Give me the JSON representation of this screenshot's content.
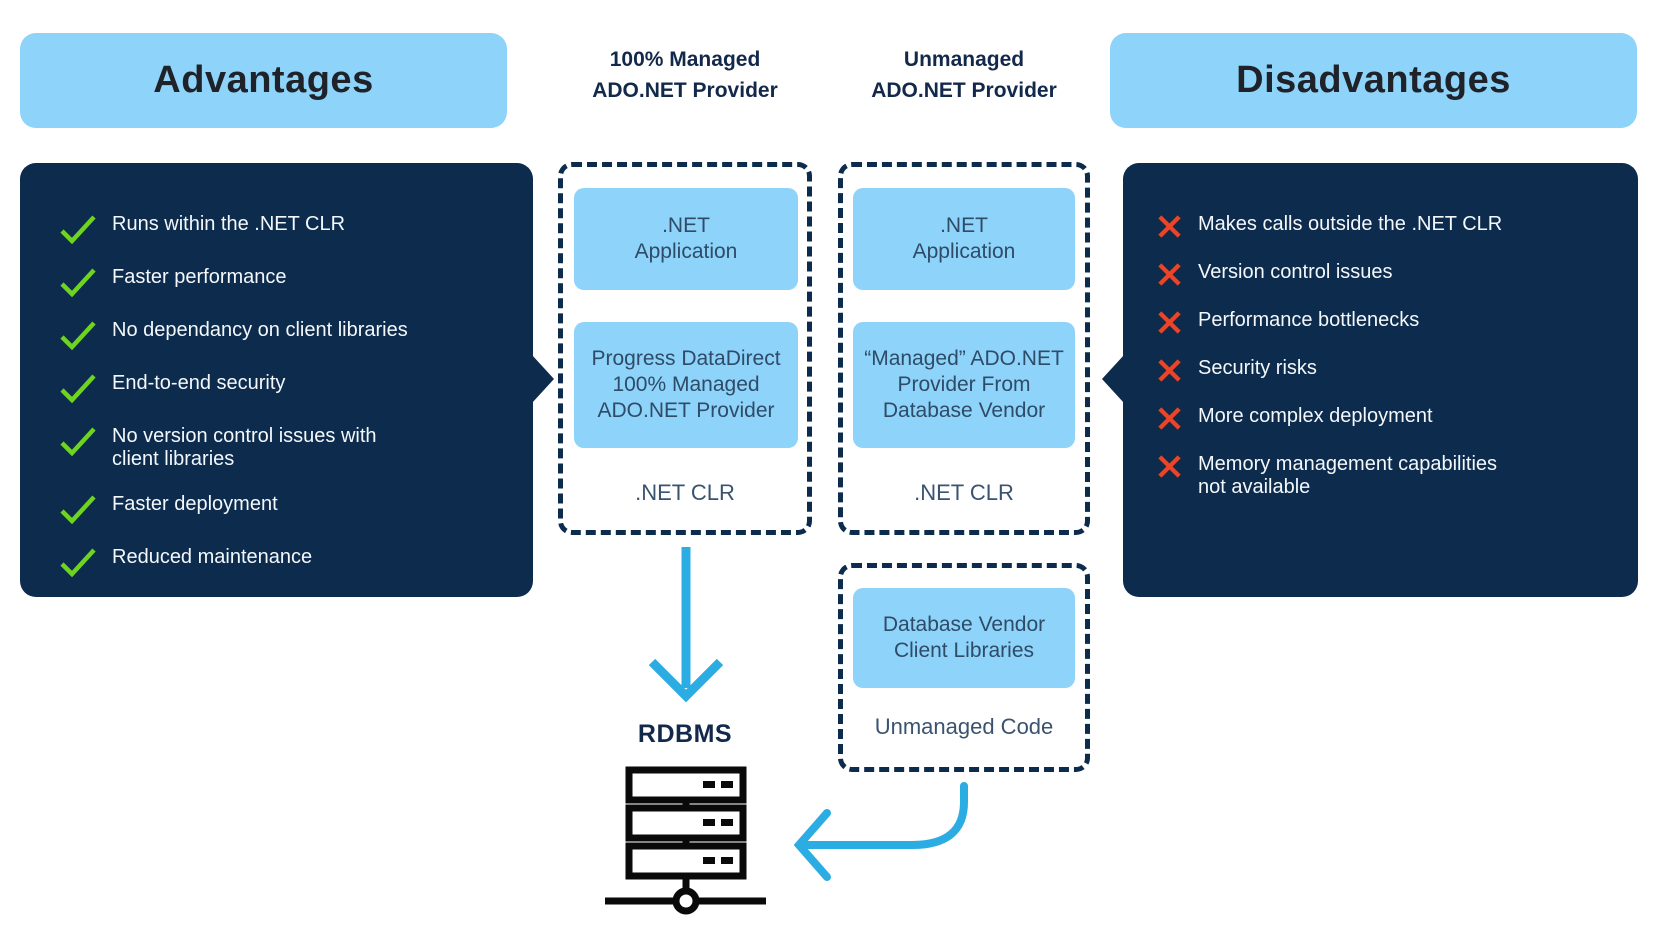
{
  "advantages": {
    "title": "Advantages",
    "items": [
      "Runs within the .NET CLR",
      "Faster performance",
      "No dependancy on client libraries",
      "End-to-end security",
      "No version control issues with\nclient libraries",
      "Faster deployment",
      "Reduced maintenance"
    ]
  },
  "disadvantages": {
    "title": "Disadvantages",
    "items": [
      "Makes calls outside the .NET CLR",
      "Version control issues",
      "Performance bottlenecks",
      "Security risks",
      "More complex deployment",
      "Memory management capabilities\nnot available"
    ]
  },
  "managed": {
    "header": "100% Managed\nADO.NET Provider",
    "app_box": ".NET\nApplication",
    "provider_box": "Progress DataDirect\n100% Managed\nADO.NET Provider",
    "runtime_label": ".NET CLR"
  },
  "unmanaged": {
    "header": "Unmanaged\nADO.NET Provider",
    "app_box": ".NET\nApplication",
    "provider_box": "“Managed” ADO.NET\nProvider From\nDatabase Vendor",
    "runtime_label": ".NET CLR",
    "client_libraries_box": "Database Vendor\nClient Libraries",
    "code_label": "Unmanaged Code"
  },
  "database": {
    "label": "RDBMS"
  },
  "icons": {
    "check": "check-icon",
    "cross": "x-icon",
    "down_arrow": "down-arrow",
    "curved_arrow": "curved-arrow",
    "server": "database-server-icon"
  },
  "colors": {
    "navy": "#0C2B4D",
    "light_blue": "#8ED3F9",
    "green": "#6FD41F",
    "red": "#EF4424",
    "cyan": "#2BACE2",
    "black": "#0A0A0A"
  }
}
